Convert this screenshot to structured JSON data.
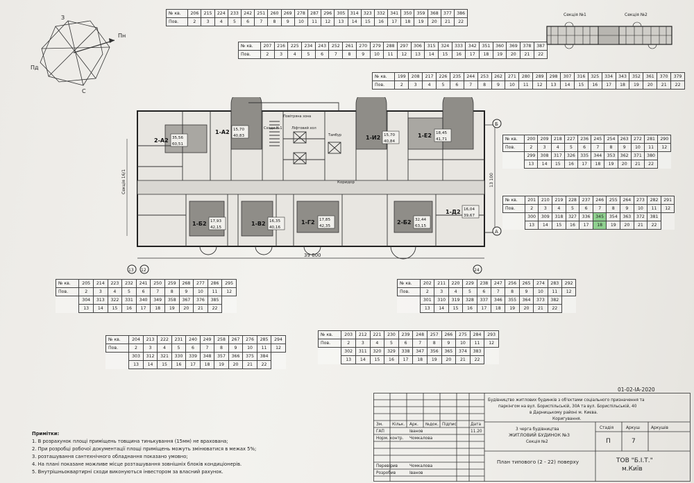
{
  "header_tables": [
    {
      "rows": [
        [
          "№ кв.",
          "206",
          "215",
          "224",
          "233",
          "242",
          "251",
          "260",
          "269",
          "278",
          "287",
          "296",
          "305",
          "314",
          "323",
          "332",
          "341",
          "350",
          "359",
          "368",
          "377",
          "386"
        ],
        [
          "Пов.",
          "2",
          "3",
          "4",
          "5",
          "6",
          "7",
          "8",
          "9",
          "10",
          "11",
          "12",
          "13",
          "14",
          "15",
          "16",
          "17",
          "18",
          "19",
          "20",
          "21",
          "22"
        ]
      ]
    },
    {
      "rows": [
        [
          "№ кв.",
          "207",
          "216",
          "225",
          "234",
          "243",
          "252",
          "261",
          "270",
          "279",
          "288",
          "297",
          "306",
          "315",
          "324",
          "333",
          "342",
          "351",
          "360",
          "369",
          "378",
          "387"
        ],
        [
          "Пов.",
          "2",
          "3",
          "4",
          "5",
          "6",
          "7",
          "8",
          "9",
          "10",
          "11",
          "12",
          "13",
          "14",
          "15",
          "16",
          "17",
          "18",
          "19",
          "20",
          "21",
          "22"
        ]
      ]
    },
    {
      "rows": [
        [
          "№ кв.",
          "199",
          "208",
          "217",
          "226",
          "235",
          "244",
          "253",
          "262",
          "271",
          "280",
          "289",
          "298",
          "307",
          "316",
          "325",
          "334",
          "343",
          "352",
          "361",
          "370",
          "379"
        ],
        [
          "Пов.",
          "2",
          "3",
          "4",
          "5",
          "6",
          "7",
          "8",
          "9",
          "10",
          "11",
          "12",
          "13",
          "14",
          "15",
          "16",
          "17",
          "18",
          "19",
          "20",
          "21",
          "22"
        ]
      ]
    }
  ],
  "right_tables": [
    {
      "rows": [
        [
          "№ кв.",
          "200",
          "209",
          "218",
          "227",
          "236",
          "245",
          "254",
          "263",
          "272",
          "281",
          "290"
        ],
        [
          "Пов.",
          "2",
          "3",
          "4",
          "5",
          "6",
          "7",
          "8",
          "9",
          "10",
          "11",
          "12"
        ],
        [
          "",
          "299",
          "308",
          "317",
          "326",
          "335",
          "344",
          "353",
          "362",
          "371",
          "380",
          ""
        ],
        [
          "",
          "13",
          "14",
          "15",
          "16",
          "17",
          "18",
          "19",
          "20",
          "21",
          "22",
          ""
        ]
      ]
    },
    {
      "rows": [
        [
          "№ кв.",
          "201",
          "210",
          "219",
          "228",
          "237",
          "246",
          "255",
          "264",
          "273",
          "282",
          "291"
        ],
        [
          "Пов.",
          "2",
          "3",
          "4",
          "5",
          "6",
          "7",
          "8",
          "9",
          "10",
          "11",
          "12"
        ],
        [
          "",
          "300",
          "309",
          "318",
          "327",
          "336",
          "345",
          "354",
          "363",
          "372",
          "381",
          ""
        ],
        [
          "",
          "13",
          "14",
          "15",
          "16",
          "17",
          "18",
          "19",
          "20",
          "21",
          "22",
          ""
        ]
      ]
    }
  ],
  "bottom_tables": [
    {
      "rows": [
        [
          "№ кв.",
          "205",
          "214",
          "223",
          "232",
          "241",
          "250",
          "259",
          "268",
          "277",
          "286",
          "295"
        ],
        [
          "Пов.",
          "2",
          "3",
          "4",
          "5",
          "6",
          "7",
          "8",
          "9",
          "10",
          "11",
          "12"
        ],
        [
          "",
          "304",
          "313",
          "322",
          "331",
          "340",
          "349",
          "358",
          "367",
          "376",
          "385",
          ""
        ],
        [
          "",
          "13",
          "14",
          "15",
          "16",
          "17",
          "18",
          "19",
          "20",
          "21",
          "22",
          ""
        ]
      ]
    },
    {
      "rows": [
        [
          "№ кв.",
          "202",
          "211",
          "220",
          "229",
          "238",
          "247",
          "256",
          "265",
          "274",
          "283",
          "292"
        ],
        [
          "Пов.",
          "2",
          "3",
          "4",
          "5",
          "6",
          "7",
          "8",
          "9",
          "10",
          "11",
          "12"
        ],
        [
          "",
          "301",
          "310",
          "319",
          "328",
          "337",
          "346",
          "355",
          "364",
          "373",
          "382",
          ""
        ],
        [
          "",
          "13",
          "14",
          "15",
          "16",
          "17",
          "18",
          "19",
          "20",
          "21",
          "22",
          ""
        ]
      ]
    },
    {
      "rows": [
        [
          "№ кв.",
          "204",
          "213",
          "222",
          "231",
          "240",
          "249",
          "258",
          "267",
          "276",
          "285",
          "294"
        ],
        [
          "Пов.",
          "2",
          "3",
          "4",
          "5",
          "6",
          "7",
          "8",
          "9",
          "10",
          "11",
          "12"
        ],
        [
          "",
          "303",
          "312",
          "321",
          "330",
          "339",
          "348",
          "357",
          "366",
          "375",
          "384",
          ""
        ],
        [
          "",
          "13",
          "14",
          "15",
          "16",
          "17",
          "18",
          "19",
          "20",
          "21",
          "22",
          ""
        ]
      ]
    },
    {
      "rows": [
        [
          "№ кв.",
          "203",
          "212",
          "221",
          "230",
          "239",
          "248",
          "257",
          "266",
          "275",
          "284",
          "293"
        ],
        [
          "Пов.",
          "2",
          "3",
          "4",
          "5",
          "6",
          "7",
          "8",
          "9",
          "10",
          "11",
          "12"
        ],
        [
          "",
          "302",
          "311",
          "320",
          "329",
          "338",
          "347",
          "356",
          "365",
          "374",
          "383",
          ""
        ],
        [
          "",
          "13",
          "14",
          "15",
          "16",
          "17",
          "18",
          "19",
          "20",
          "21",
          "22",
          ""
        ]
      ]
    }
  ],
  "highlight_color": "#8fd08f",
  "compass": {
    "n": "З",
    "e": "Пн",
    "s": "С",
    "w": "Пд"
  },
  "key_plan": {
    "section1": "Секція №1",
    "section2": "Секція №2"
  },
  "plan": {
    "apartments": [
      {
        "code": "2-А2",
        "area1": "35,56",
        "area2": "60,51"
      },
      {
        "code": "1-А2",
        "area1": "15,70",
        "area2": "40,83"
      },
      {
        "code": "1-И2",
        "area1": "15,70",
        "area2": "40,84"
      },
      {
        "code": "1-Е2",
        "area1": "18,45",
        "area2": "41,71"
      },
      {
        "code": "1-Б2",
        "area1": "17,93",
        "area2": "42,15"
      },
      {
        "code": "1-В2",
        "area1": "16,35",
        "area2": "40,16"
      },
      {
        "code": "1-Г2",
        "area1": "17,85",
        "area2": "42,35"
      },
      {
        "code": "2-Б2",
        "area1": "32,44",
        "area2": "63,15"
      },
      {
        "code": "1-Д2",
        "area1": "16,04",
        "area2": "39,67"
      }
    ],
    "labels": {
      "corridor": "Коридор",
      "lift_hall": "Ліфтовий хол",
      "smoke_zone": "Повітряна зона",
      "tambour": "Тамбур",
      "stairs": "Сходи Н-1",
      "section": "Секція 16/1"
    },
    "axes": {
      "a": "А",
      "b": "Б",
      "ax_left1": "13",
      "ax_left2": "12",
      "ax_right": "24"
    },
    "dimensions": {
      "width": "39 600",
      "height": "13 100"
    }
  },
  "notes": {
    "title": "Примітки:",
    "items": [
      "1. В розрахунок площі приміщень товщина тинькування (15мм) не врахована;",
      "2. При розробці робочої документації площі приміщень можуть змінюватися в межах 5%;",
      "3. розташування сантехнічного обладнання показано умовно;",
      "4. На плані показане можливе місце розташування зовнішніх блоків кондиціонерів.",
      "5. Внутрішньоквартирні сходи виконуються інвестором за власний рахунок."
    ]
  },
  "stamp": {
    "code": "01-02-ІА-2020",
    "project": [
      "Будівництво житлових будинків з об'єктами соціального призначення та",
      "паркінгом на вул. Бориспільській, 30А та вул. Бориспільській, 40",
      "в Дарницькому районі м. Києва.",
      "Коригування."
    ],
    "headers": [
      "Зм.",
      "Кільк.",
      "Арк.",
      "№док.",
      "Підпис",
      "Дата"
    ],
    "date": "11.20",
    "roles": [
      {
        "role": "ГАП",
        "name": "Іванов"
      },
      {
        "role": "Норм. контр.",
        "name": "Чомкалова"
      },
      {
        "role": "Перевірив",
        "name": "Чомкалова"
      },
      {
        "role": "Розробив",
        "name": "Іванов"
      }
    ],
    "building": [
      "3 черга будівництва",
      "ЖИТЛОВИЙ БУДИНОК №3",
      "Секція №2"
    ],
    "stage_headers": [
      "Стадія",
      "Аркуш",
      "Аркушів"
    ],
    "stage": "П",
    "sheet": "7",
    "sheet_title": "План типового (2 - 22) поверху",
    "company": "ТОВ \"Б.І.Т.\"",
    "city": "м.Київ"
  }
}
